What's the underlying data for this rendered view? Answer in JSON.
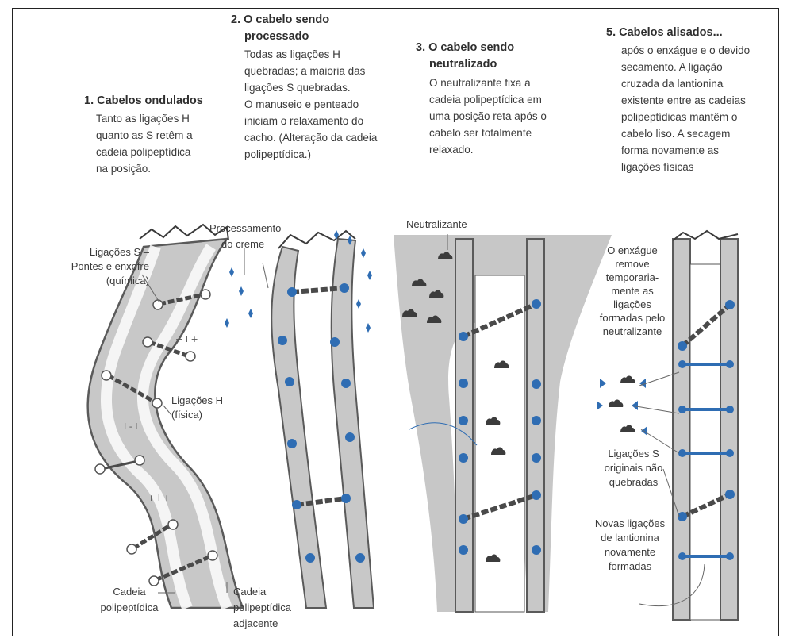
{
  "panel1": {
    "title": "1. Cabelos ondulados",
    "body": [
      "Tanto as ligações H",
      "quanto as S retêm a",
      "cadeia polipeptídica",
      "na posição."
    ]
  },
  "panel2": {
    "title": [
      "2. O cabelo sendo",
      "processado"
    ],
    "body": [
      "Todas as ligações H",
      "quebradas; a maioria das",
      "ligações S quebradas.",
      "O manuseio e penteado",
      "iniciam o relaxamento do",
      "cacho. (Alteração da cadeia",
      "polipeptídica.)"
    ]
  },
  "panel3": {
    "title": [
      "3. O cabelo sendo",
      "neutralizado"
    ],
    "body": [
      "O neutralizante fixa a",
      "cadeia polipeptídica em",
      "uma posição reta após o",
      "cabelo ser totalmente",
      "relaxado."
    ]
  },
  "panel5": {
    "title": "5. Cabelos alisados...",
    "body": [
      "após o enxágue e o devido",
      "secamento. A ligação",
      "cruzada da lantionina",
      "existente entre as cadeias",
      "polipeptídicas mantêm o",
      "cabelo liso. A secagem",
      "forma novamente as",
      "ligações físicas"
    ]
  },
  "labels": {
    "ligacoes_s": [
      "Ligações S –",
      "Pontes e enxofre",
      "(química)"
    ],
    "ligacoes_h": [
      "Ligações H",
      "(física)"
    ],
    "cadeia": [
      "Cadeia",
      "polipeptídica"
    ],
    "cadeia_adjacente": [
      "Cadeia",
      "polipeptídica",
      "adjacente"
    ],
    "processamento": [
      "Processamento",
      "do creme"
    ],
    "neutralizante": "Neutralizante",
    "enxague": [
      "O enxágue",
      "remove",
      "temporaria-",
      "mente as",
      "ligações",
      "formadas pelo",
      "neutralizante"
    ],
    "originais": [
      "Ligações S",
      "originais não",
      "quebradas"
    ],
    "novas": [
      "Novas ligações",
      "de lantionina",
      "novamente",
      "formadas"
    ]
  },
  "colors": {
    "hair_fill": "#c8c8c8",
    "hair_edge": "#5a5a5a",
    "bond_blue": "#2f6db3",
    "chain": "#4a4a4a",
    "gray_fluid": "#b9b9b9"
  }
}
